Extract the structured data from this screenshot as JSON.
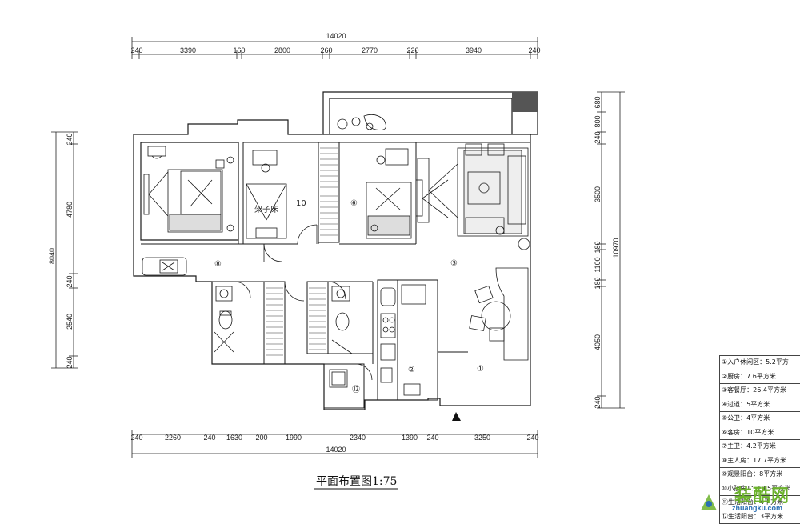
{
  "top_dimensions": {
    "overall": "14020",
    "segments": [
      "240",
      "3390",
      "160",
      "2800",
      "260",
      "2770",
      "220",
      "3940",
      "240"
    ]
  },
  "bottom_dimensions": {
    "overall": "14020",
    "segments": [
      "240",
      "2260",
      "240",
      "1630",
      "200",
      "1990",
      "2340",
      "1390",
      "240",
      "3250",
      "240"
    ]
  },
  "left_dimensions": {
    "overall": "8040",
    "segments": [
      "240",
      "4780",
      "240",
      "2540",
      "240"
    ]
  },
  "right_dimensions": {
    "overall": "10970",
    "segments": [
      "680",
      "800",
      "240",
      "3500",
      "180",
      "1100",
      "180",
      "4050",
      "240"
    ]
  },
  "rooms": {
    "r1": "①",
    "r2": "②",
    "r3": "③",
    "r6": "⑥",
    "r8": "⑧",
    "r10": "10",
    "r12": "⑫",
    "bunk_bed": "架子床"
  },
  "title": "平面布置图1:75",
  "legend": [
    "①入户休闲区：5.2平方",
    "②厨房：7.6平方米",
    "③客餐厅：26.4平方米",
    "④过道：5平方米",
    "⑤公卫：4平方米",
    "⑥客房：10平方米",
    "⑦主卫：4.2平方米",
    "⑧主人房：17.7平方米",
    "⑨观景阳台：8平方米",
    "⑩小孩房1：10.5平方米",
    "⑪生活阳台：4平方米",
    "⑫生活阳台：3平方米"
  ],
  "watermark": {
    "text": "装酷网",
    "url": "zhuangku.com"
  },
  "colors": {
    "line": "#1a1a1a",
    "watermark_green": "#6bb22c",
    "watermark_blue": "#2a6fb3"
  }
}
